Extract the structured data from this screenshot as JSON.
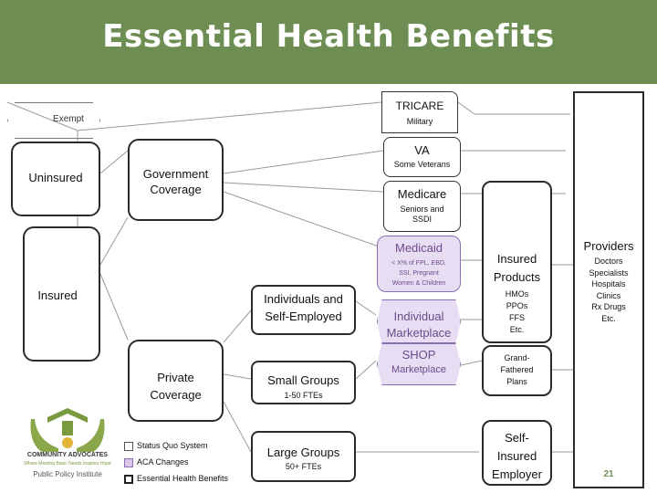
{
  "title": "Essential Health Benefits",
  "left": {
    "exempt": "Exempt",
    "uninsured": "Uninsured",
    "insured": "Insured"
  },
  "middle": {
    "government_coverage": [
      "Government",
      "Coverage"
    ],
    "private_coverage": [
      "Private",
      "Coverage"
    ],
    "individuals_self_employed": [
      "Individuals and",
      "Self-Employed"
    ],
    "small_groups": "Small Groups",
    "small_groups_sub": "1-50 FTEs",
    "large_groups": "Large Groups",
    "large_groups_sub": "50+ FTEs"
  },
  "government": {
    "tricare": "TRICARE",
    "tricare_sub": "Military",
    "va": "VA",
    "va_sub": "Some Veterans",
    "medicare": "Medicare",
    "medicare_sub": [
      "Seniors and",
      "SSDI"
    ],
    "medicaid": "Medicaid",
    "medicaid_sub": [
      "< X% of FPL, EBD,",
      "SSI, Pregnant",
      "Women & Children"
    ]
  },
  "marketplace": {
    "individual": [
      "Individual",
      "Marketplace"
    ],
    "shop": "SHOP",
    "shop_sub": "Marketplace"
  },
  "right": {
    "insured_products": [
      "Insured",
      "Products"
    ],
    "insured_products_list": [
      "HMOs",
      "PPOs",
      "FFS",
      "Etc."
    ],
    "grandfathered": [
      "Grand-",
      "Fathered",
      "Plans"
    ],
    "self_insured": [
      "Self-",
      "Insured",
      "Employer"
    ],
    "providers": "Providers",
    "providers_list": [
      "Doctors",
      "Specialists",
      "Hospitals",
      "Clinics",
      "Rx Drugs",
      "Etc."
    ]
  },
  "legend": {
    "status_quo": "Status Quo System",
    "aca_changes": "ACA Changes",
    "ehb": "Essential Health Benefits"
  },
  "logo": {
    "name": "COMMUNITY ADVOCATES",
    "tagline": "Where Meeting Basic Needs Inspires Hope",
    "institute": "Public Policy Institute"
  },
  "page_number": "21",
  "colors": {
    "header": "#6e8d53",
    "medicaid_text": "#6b4a8e",
    "box_border": "#2b2b2b",
    "aca_fill": "#d9c7ea",
    "logo_green": "#7a9a3f"
  }
}
